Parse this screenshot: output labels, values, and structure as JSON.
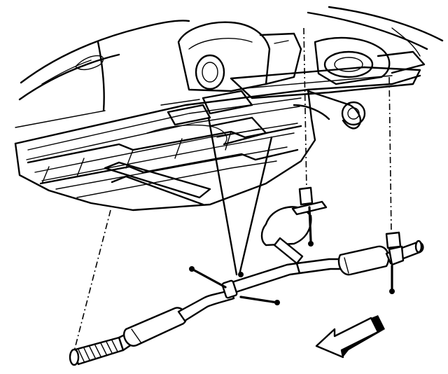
{
  "diagram": {
    "subject": "exhaust-system-underbody-view",
    "parts": [
      "vehicle-underbody-floor-pan",
      "rear-suspension-strut-tower",
      "catalytic-converter",
      "intermediate-resonator",
      "intermediate-pipe-hanger-clamp",
      "rear-muffler",
      "tailpipe",
      "hanger-bracket-left",
      "hanger-bracket-right",
      "front-direction-arrow"
    ],
    "colors": {
      "line": "#000000",
      "background": "#ffffff"
    },
    "icons": [
      "front-direction-arrow-icon"
    ]
  }
}
